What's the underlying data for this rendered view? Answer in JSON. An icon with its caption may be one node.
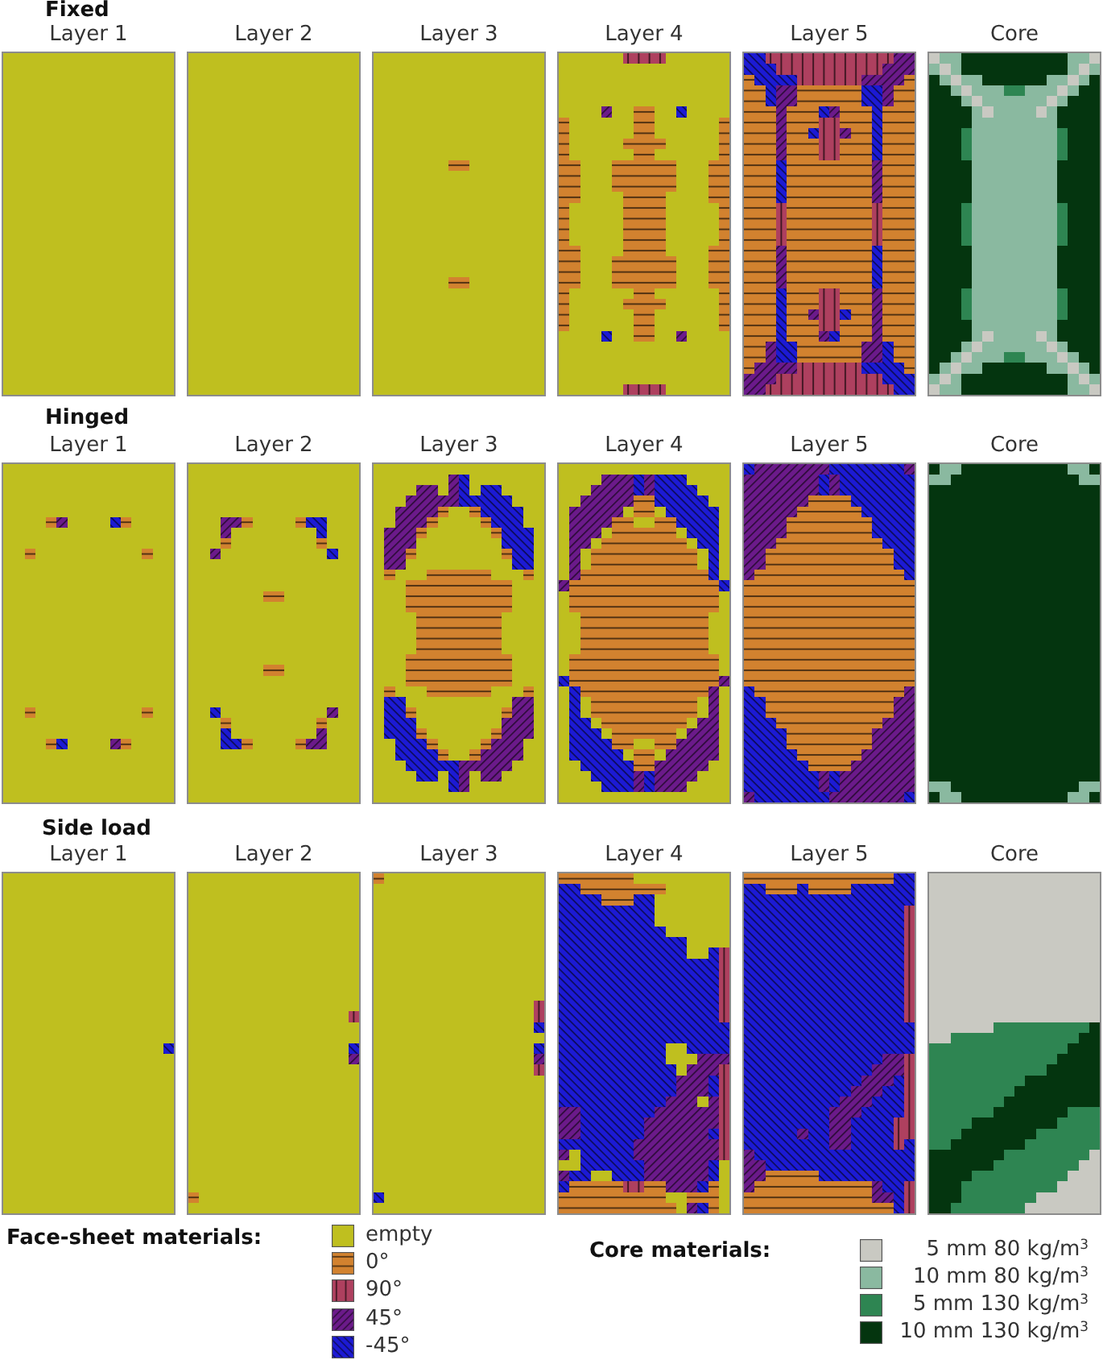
{
  "diagram": {
    "nodes": [
      {
        "text": [
          "Layer 1"
        ]
      },
      {
        "text": [
          "Layer 2"
        ]
      },
      {
        "text": [
          "Layer 3"
        ]
      },
      {
        "text": [
          "Layer 4"
        ]
      },
      {
        "text": [
          "Layer 5"
        ]
      },
      {
        "text": [
          "Core"
        ]
      },
      {
        "text": [
          "Layer 1"
        ]
      },
      {
        "text": [
          "Layer 2"
        ]
      },
      {
        "text": [
          "Layer 3"
        ]
      },
      {
        "text": [
          "Layer 4"
        ]
      },
      {
        "text": [
          "Layer 5"
        ]
      },
      {
        "text": [
          "Core"
        ]
      },
      {
        "text": [
          "Layer 1"
        ]
      },
      {
        "text": [
          "Layer 2"
        ]
      },
      {
        "text": [
          "Layer 3"
        ]
      },
      {
        "text": [
          "Layer 4"
        ]
      },
      {
        "text": [
          "Layer 5"
        ]
      },
      {
        "text": [
          "Core"
        ]
      }
    ],
    "labels": [
      "Fixed",
      "Hinged",
      "Side load",
      "Face-sheet materials:",
      "Core materials:"
    ],
    "legend": [
      {
        "text": "empty",
        "color": "#bfbf1f"
      },
      {
        "text": "0°",
        "color": "#d2822f"
      },
      {
        "text": "90°",
        "color": "#ae405f"
      },
      {
        "text": "45°",
        "color": "#6b1a8a"
      },
      {
        "text": "-45°",
        "color": "#1c1ad4"
      },
      {
        "text": "5 mm 80 kg/m$^{3}$",
        "color": "#c9c9c2"
      },
      {
        "text": "10 mm 80 kg/m$^{3}$",
        "color": "#8ab9a0"
      },
      {
        "text": "5 mm 130 kg/m$^{3}$",
        "color": "#2e8552"
      },
      {
        "text": "10 mm 130 kg/m$^{3}$",
        "color": "#04350f"
      }
    ]
  }
}
